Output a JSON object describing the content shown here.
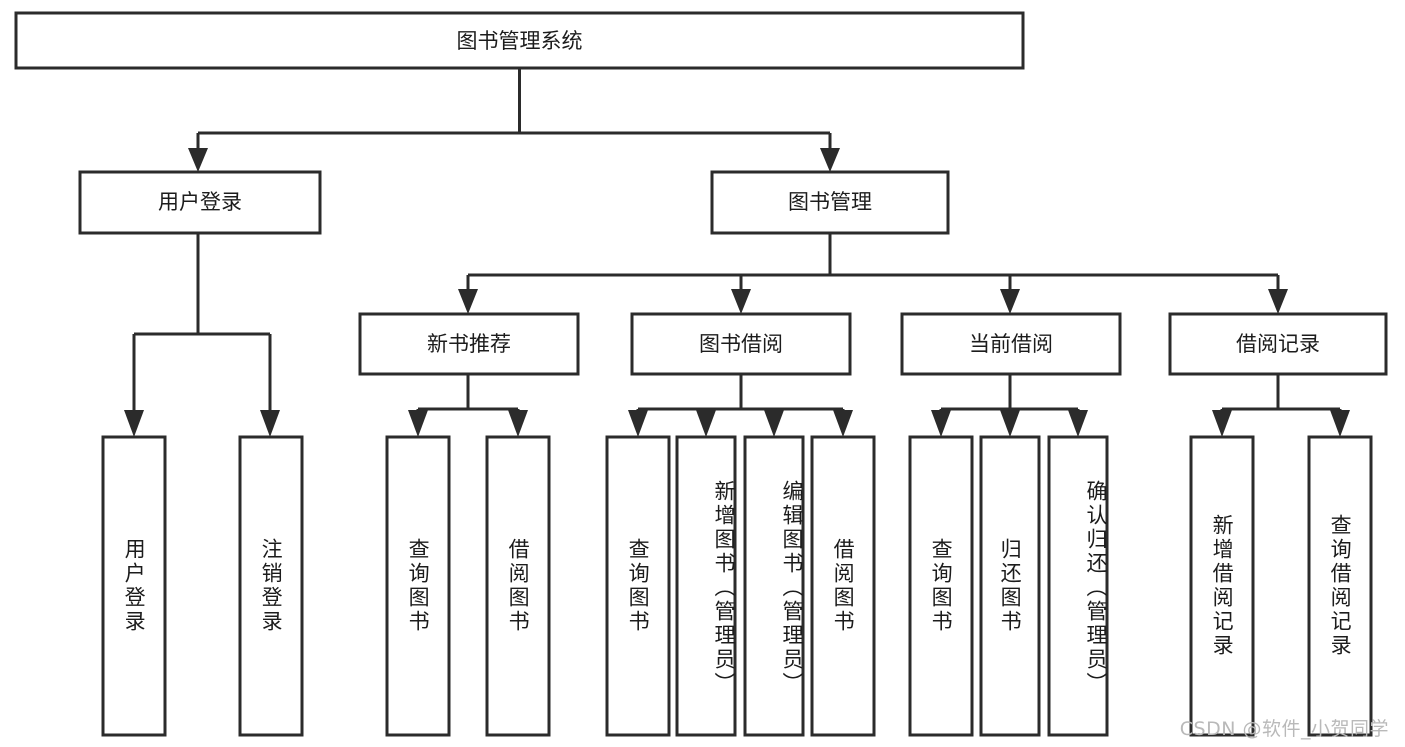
{
  "diagram": {
    "title": "图书管理系统",
    "type": "tree",
    "orientation": "top-down",
    "background_color": "#ffffff",
    "line_color": "#2b2b2b",
    "box_fill": "#ffffff",
    "text_color": "#1c1c1c",
    "root": {
      "label": "图书管理系统"
    },
    "level2": [
      {
        "label": "用户登录"
      },
      {
        "label": "图书管理"
      }
    ],
    "level3": [
      {
        "label": "新书推荐"
      },
      {
        "label": "图书借阅"
      },
      {
        "label": "当前借阅"
      },
      {
        "label": "借阅记录"
      }
    ],
    "leaves": {
      "user_login": [
        {
          "label": "用户登录"
        },
        {
          "label": "注销登录"
        }
      ],
      "new_book_recommend": [
        {
          "label": "查询图书"
        },
        {
          "label": "借阅图书"
        }
      ],
      "book_borrow": [
        {
          "label": "查询图书"
        },
        {
          "label": "新增图书（管理员）"
        },
        {
          "label": "编辑图书（管理员）"
        },
        {
          "label": "借阅图书"
        }
      ],
      "current_borrow": [
        {
          "label": "查询图书"
        },
        {
          "label": "归还图书"
        },
        {
          "label": "确认归还（管理员）"
        }
      ],
      "borrow_record": [
        {
          "label": "新增借阅记录"
        },
        {
          "label": "查询借阅记录"
        }
      ]
    }
  },
  "watermark": {
    "text": "CSDN @软件_小贺同学"
  }
}
